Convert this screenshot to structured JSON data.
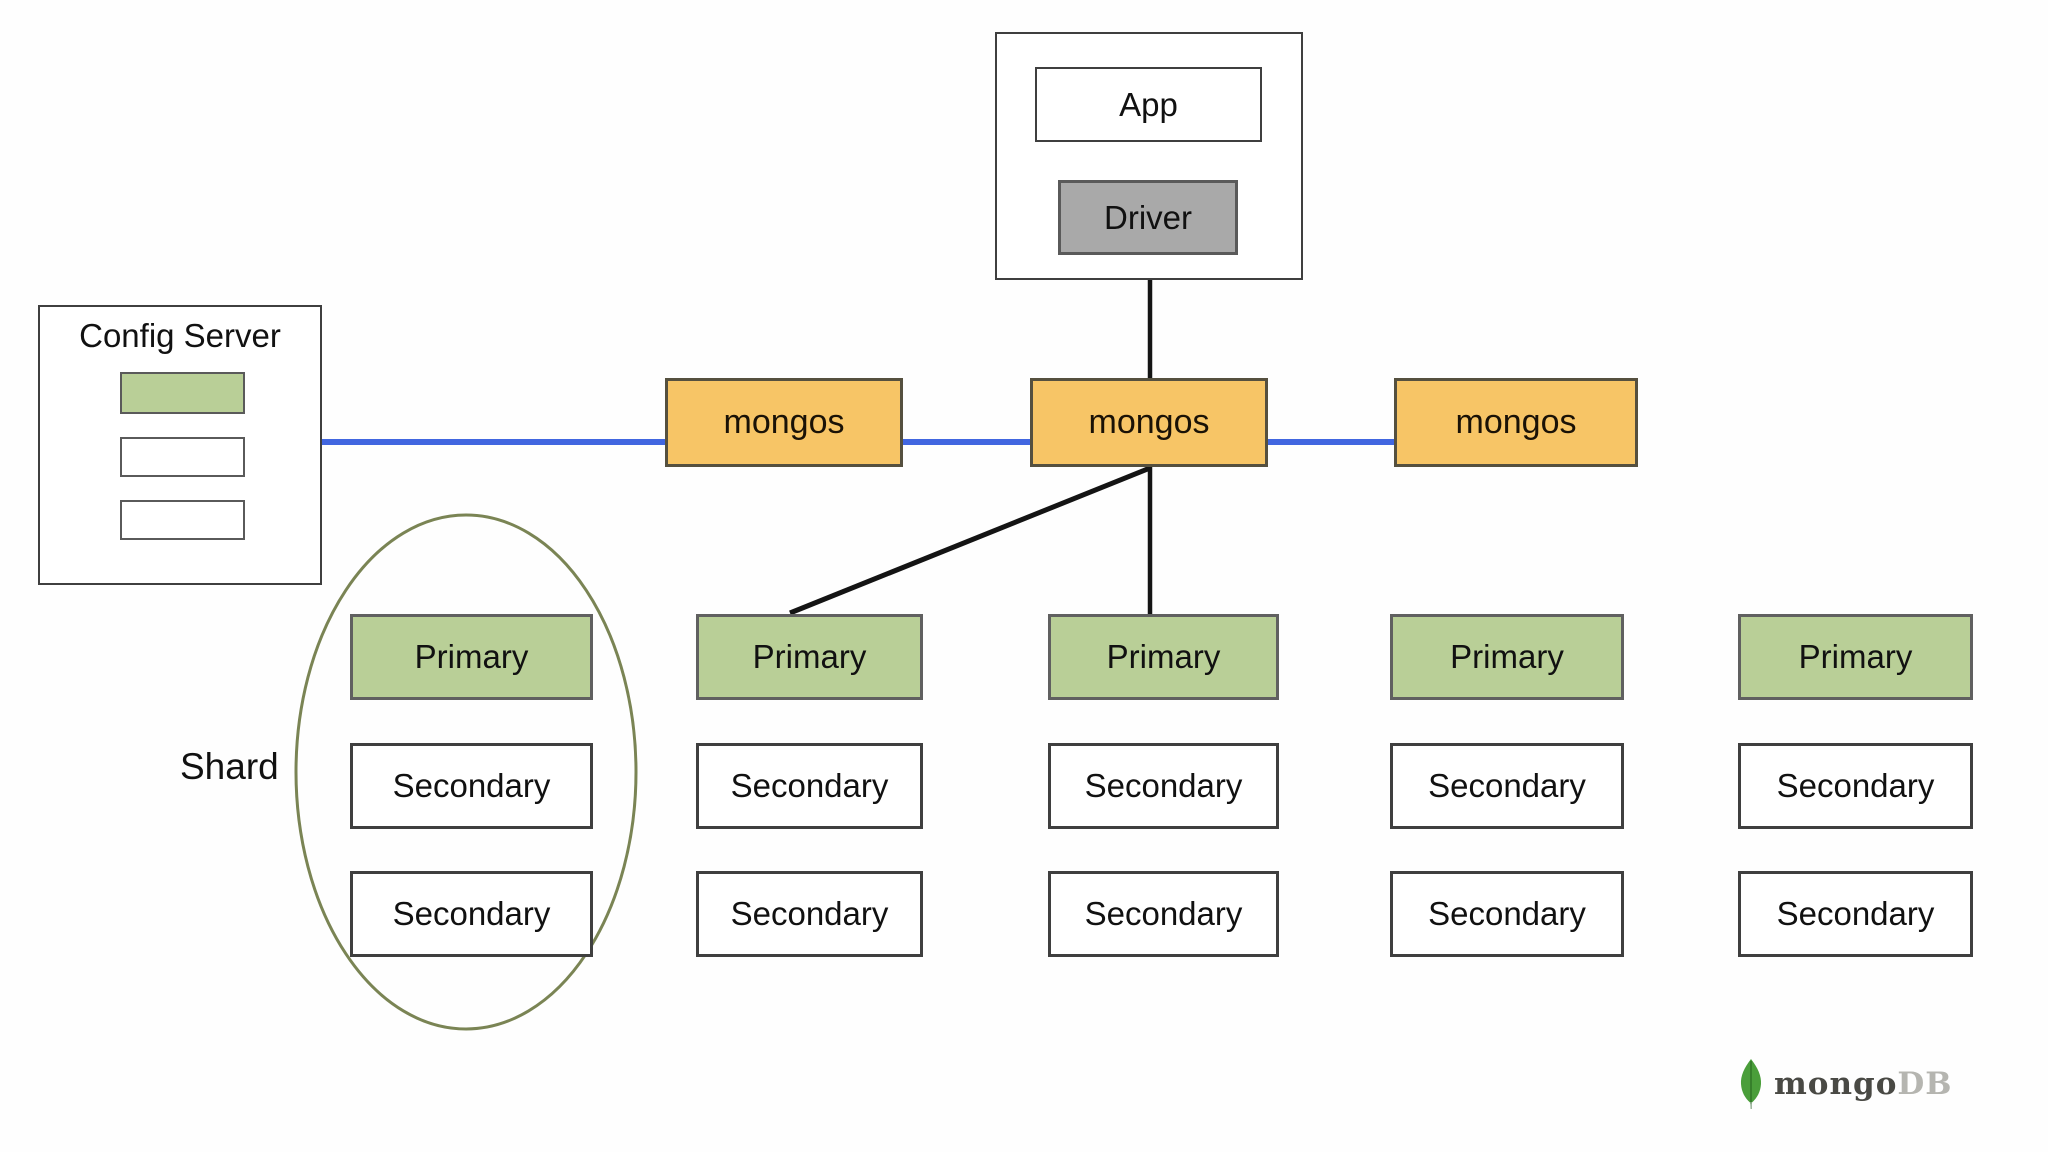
{
  "colors": {
    "mongos_fill": "#f7c566",
    "mongos_border": "#55503f",
    "primary_fill": "#b9cf97",
    "primary_border": "#606060",
    "secondary_fill": "#ffffff",
    "secondary_border": "#3f3f3f",
    "config_green_fill": "#b9cf97",
    "driver_fill": "#a9a9a9",
    "connector_blue": "#4166e0",
    "connector_black": "#141414",
    "ellipse_stroke": "#7a8454",
    "logo_leaf": "#4a9e3a",
    "logo_mongo_text": "#494944",
    "logo_db_text": "#b5b5b0"
  },
  "app_stack": {
    "app_label": "App",
    "driver_label": "Driver"
  },
  "config_server": {
    "title": "Config Server"
  },
  "routers": [
    {
      "label": "mongos"
    },
    {
      "label": "mongos"
    },
    {
      "label": "mongos"
    }
  ],
  "shard_annotation": "Shard",
  "shards": [
    {
      "nodes": [
        {
          "label": "Primary"
        },
        {
          "label": "Secondary"
        },
        {
          "label": "Secondary"
        }
      ]
    },
    {
      "nodes": [
        {
          "label": "Primary"
        },
        {
          "label": "Secondary"
        },
        {
          "label": "Secondary"
        }
      ]
    },
    {
      "nodes": [
        {
          "label": "Primary"
        },
        {
          "label": "Secondary"
        },
        {
          "label": "Secondary"
        }
      ]
    },
    {
      "nodes": [
        {
          "label": "Primary"
        },
        {
          "label": "Secondary"
        },
        {
          "label": "Secondary"
        }
      ]
    },
    {
      "nodes": [
        {
          "label": "Primary"
        },
        {
          "label": "Secondary"
        },
        {
          "label": "Secondary"
        }
      ]
    }
  ],
  "logo": {
    "prefix": "mongo",
    "suffix": "DB"
  }
}
